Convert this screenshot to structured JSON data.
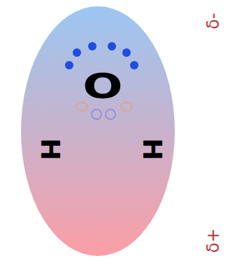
{
  "diagram": {
    "labels": [
      "δ-",
      "δ+",
      "O",
      "H",
      "H"
    ]
  }
}
